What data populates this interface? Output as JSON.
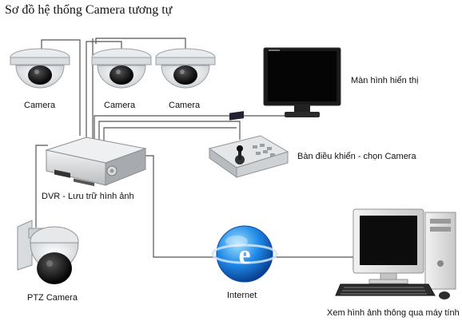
{
  "title": "Sơ đồ hệ thống Camera tương tự",
  "nodes": {
    "camera_1": {
      "label": "Camera",
      "icon": "dome-camera-icon"
    },
    "camera_2": {
      "label": "Camera",
      "icon": "dome-camera-icon"
    },
    "camera_3": {
      "label": "Camera",
      "icon": "dome-camera-icon"
    },
    "dvr": {
      "label": "DVR - Lưu trữ hình ảnh",
      "icon": "dvr-recorder-icon"
    },
    "ptz_camera": {
      "label": "PTZ Camera",
      "icon": "ptz-camera-icon"
    },
    "monitor": {
      "label": "Màn hình hiển thị",
      "icon": "monitor-icon"
    },
    "controller": {
      "label": "Bàn điều khiển - chọn Camera",
      "icon": "keyboard-controller-icon"
    },
    "internet": {
      "label": "Internet",
      "icon": "internet-globe-icon"
    },
    "computer": {
      "label": "Xem hình ảnh thông qua máy tính",
      "icon": "desktop-computer-icon"
    }
  },
  "connections": [
    [
      "camera_1",
      "dvr"
    ],
    [
      "camera_2",
      "dvr"
    ],
    [
      "camera_3",
      "dvr"
    ],
    [
      "ptz_camera",
      "dvr"
    ],
    [
      "dvr",
      "monitor"
    ],
    [
      "dvr",
      "controller"
    ],
    [
      "dvr",
      "internet"
    ],
    [
      "internet",
      "computer"
    ]
  ],
  "colors": {
    "wire": "#555555",
    "globe": "#1e88e5",
    "camera_body": "#f0f0f0",
    "camera_lens": "#111111"
  }
}
